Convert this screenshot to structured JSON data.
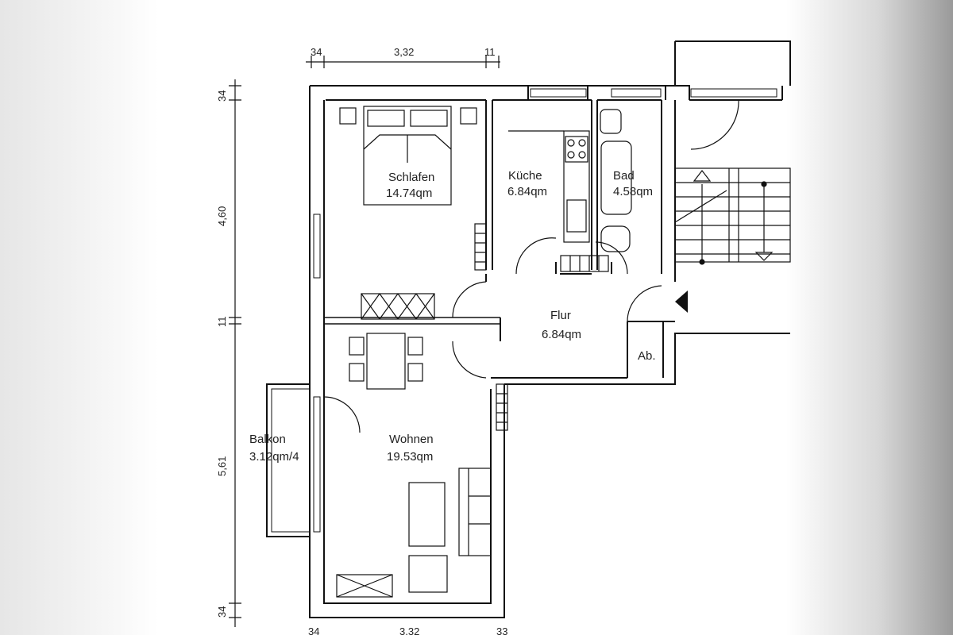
{
  "rooms": {
    "schlafen": {
      "name": "Schlafen",
      "area": "14.74qm"
    },
    "kueche": {
      "name": "Küche",
      "area": "6.84qm"
    },
    "bad": {
      "name": "Bad",
      "area": "4.58qm"
    },
    "flur": {
      "name": "Flur",
      "area": "6.84qm"
    },
    "abstell": {
      "name": "Ab."
    },
    "wohnen": {
      "name": "Wohnen",
      "area": "19.53qm"
    },
    "balkon": {
      "name": "Balkon",
      "area": "3.12qm/4"
    }
  },
  "dimensions": {
    "top": [
      "34",
      "3,32",
      "11"
    ],
    "left": [
      "34",
      "4,60",
      "11",
      "5,61",
      "34"
    ],
    "bottom": [
      "34",
      "3,32",
      "33"
    ]
  }
}
